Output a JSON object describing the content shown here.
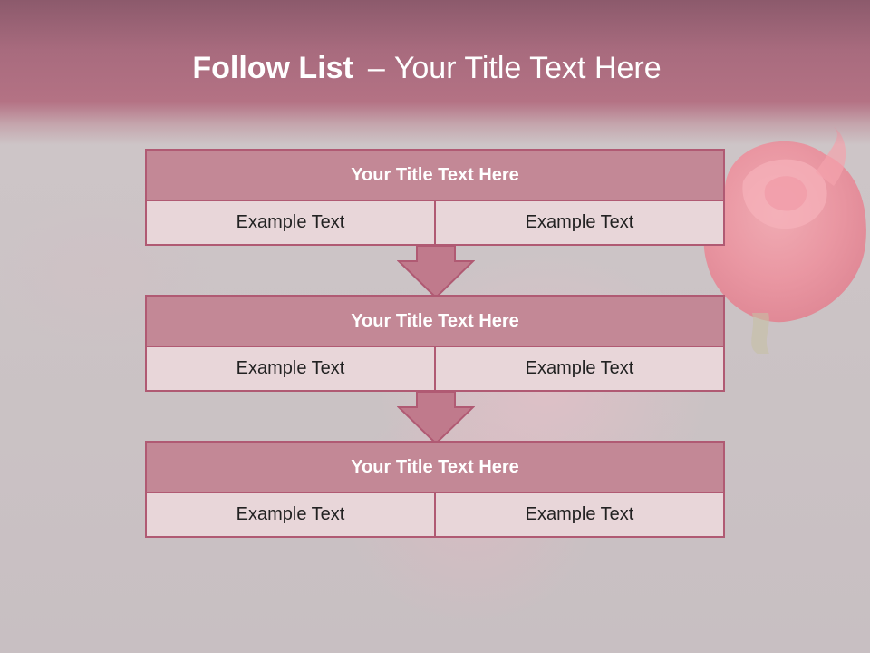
{
  "slide": {
    "title_bold": "Follow List",
    "title_sep": "–",
    "title_rest": "Your Title Text Here"
  },
  "blocks": [
    {
      "title": "Your Title Text Here",
      "left": "Example Text",
      "right": "Example Text"
    },
    {
      "title": "Your Title Text Here",
      "left": "Example Text",
      "right": "Example Text"
    },
    {
      "title": "Your Title Text Here",
      "left": "Example Text",
      "right": "Example Text"
    }
  ],
  "colors": {
    "banner": "#a86b7e",
    "header_fill": "#c38896",
    "cell_fill": "#e8d6d9",
    "border": "#b05a73",
    "arrow": "#c07a8c"
  },
  "decor": {
    "background_image": "pink-rose-photo",
    "connector_icon": "down-arrow-icon"
  }
}
